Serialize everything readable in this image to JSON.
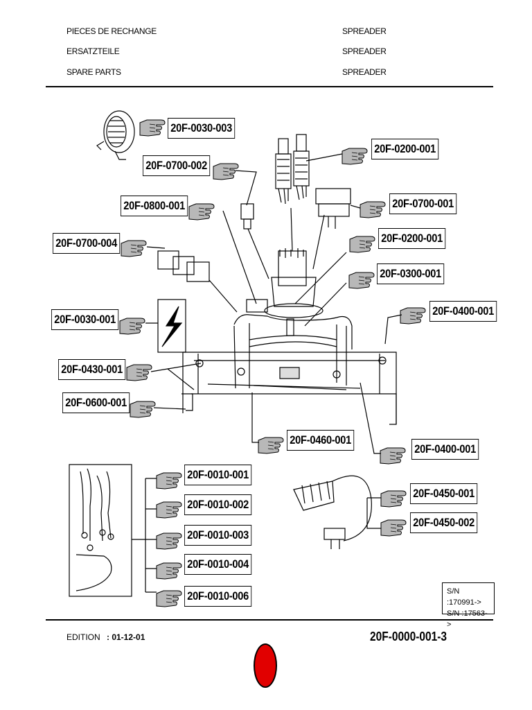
{
  "header": {
    "rows": [
      {
        "left": "PIECES DE RECHANGE",
        "right": "SPREADER"
      },
      {
        "left": "ERSATZTEILE",
        "right": "SPREADER"
      },
      {
        "left": "SPARE PARTS",
        "right": "SPREADER"
      }
    ]
  },
  "parts": [
    {
      "id": "p1",
      "ref": "20F-0030-003"
    },
    {
      "id": "p2",
      "ref": "20F-0700-002"
    },
    {
      "id": "p3",
      "ref": "20F-0200-001"
    },
    {
      "id": "p4",
      "ref": "20F-0800-001"
    },
    {
      "id": "p5",
      "ref": "20F-0700-001"
    },
    {
      "id": "p6",
      "ref": "20F-0700-004"
    },
    {
      "id": "p7",
      "ref": "20F-0200-001"
    },
    {
      "id": "p8",
      "ref": "20F-0300-001"
    },
    {
      "id": "p9",
      "ref": "20F-0030-001"
    },
    {
      "id": "p10",
      "ref": "20F-0400-001"
    },
    {
      "id": "p11",
      "ref": "20F-0430-001"
    },
    {
      "id": "p12",
      "ref": "20F-0600-001"
    },
    {
      "id": "p13",
      "ref": "20F-0460-001"
    },
    {
      "id": "p14",
      "ref": "20F-0400-001"
    },
    {
      "id": "p15",
      "ref": "20F-0010-001"
    },
    {
      "id": "p16",
      "ref": "20F-0010-002"
    },
    {
      "id": "p17",
      "ref": "20F-0450-001"
    },
    {
      "id": "p18",
      "ref": "20F-0010-003"
    },
    {
      "id": "p19",
      "ref": "20F-0450-002"
    },
    {
      "id": "p20",
      "ref": "20F-0010-004"
    },
    {
      "id": "p21",
      "ref": "20F-0010-006"
    }
  ],
  "serial": {
    "line1": "S/N :170991->",
    "line2": "S/N :17563->"
  },
  "footer": {
    "edition_label": "EDITION",
    "edition_date": ": 01-12-01",
    "doc_number": "20F-0000-001-3"
  },
  "colors": {
    "status_dot": "#e10000",
    "pointer_hand": "#b8b8b8"
  }
}
